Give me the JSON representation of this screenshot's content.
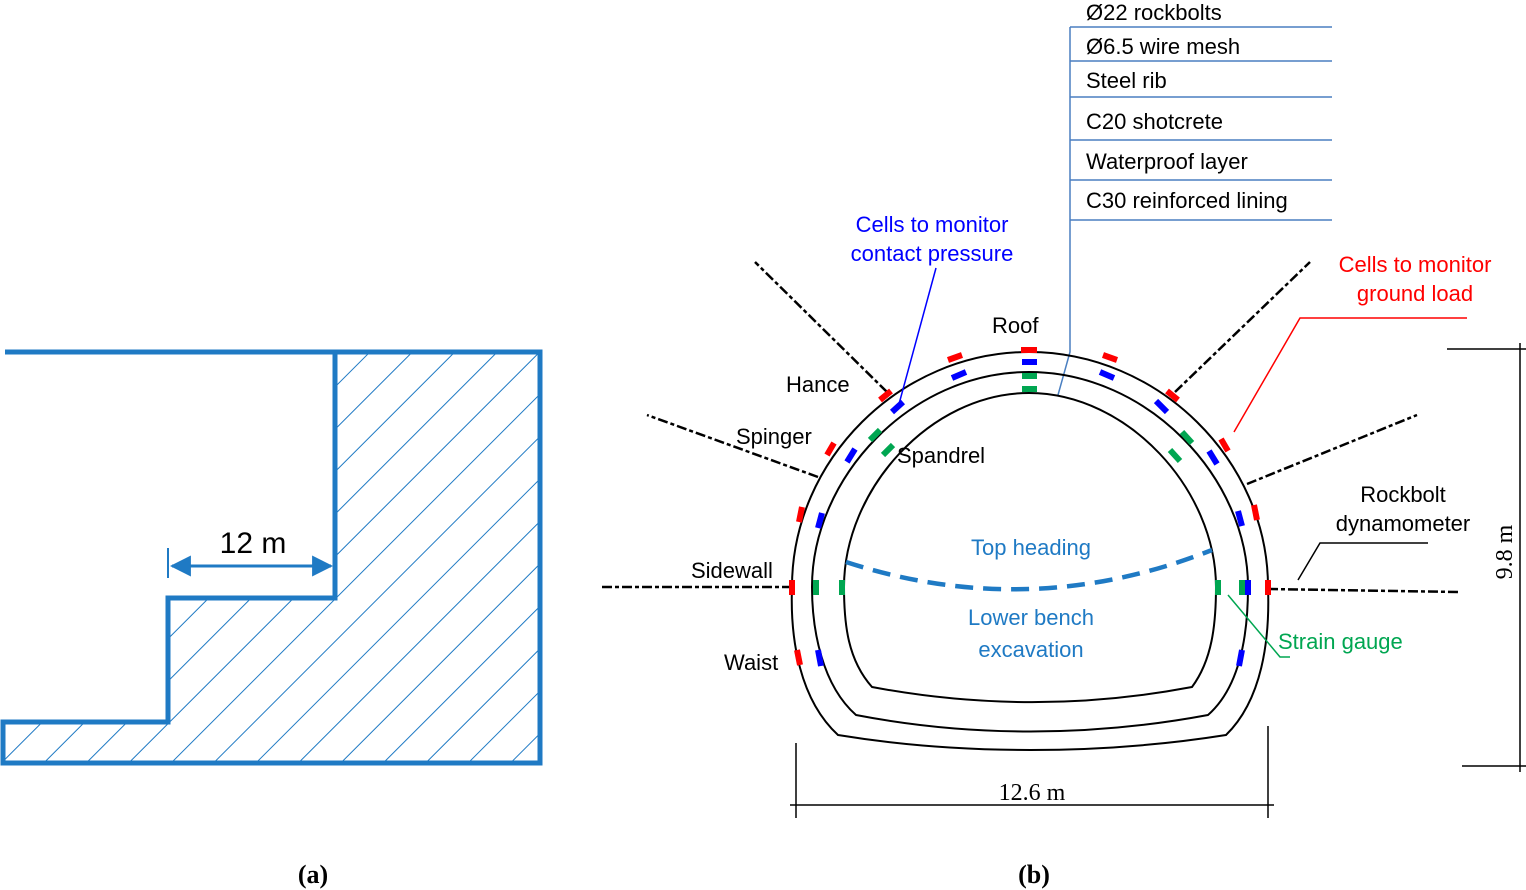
{
  "colors": {
    "step_blue": "#1f7ac4",
    "contact_pressure": "#0000ff",
    "ground_load": "#ff0000",
    "strain_gauge": "#00a651",
    "excavation_line": "#1f7ac4",
    "layer_leader": "#4a7fc1"
  },
  "panel_a": {
    "caption": "(a)",
    "dimension_label": "12 m"
  },
  "panel_b": {
    "caption": "(b)",
    "layers": [
      "Ø22 rockbolts",
      "Ø6.5 wire mesh",
      "Steel rib",
      "C20 shotcrete",
      "Waterproof layer",
      "C30 reinforced lining"
    ],
    "legend": {
      "contact_pressure_line1": "Cells to monitor",
      "contact_pressure_line2": "contact pressure",
      "ground_load_line1": "Cells to monitor",
      "ground_load_line2": "ground load",
      "strain_gauge": "Strain gauge",
      "rockbolt_line1": "Rockbolt",
      "rockbolt_line2": "dynamometer"
    },
    "positions": {
      "roof": "Roof",
      "hance": "Hance",
      "springer": "Spinger",
      "spandrel": "Spandrel",
      "sidewall": "Sidewall",
      "waist": "Waist"
    },
    "zones": {
      "top": "Top heading",
      "lower_line1": "Lower bench",
      "lower_line2": "excavation"
    },
    "dimensions": {
      "width": "12.6 m",
      "height": "9.8 m"
    }
  }
}
